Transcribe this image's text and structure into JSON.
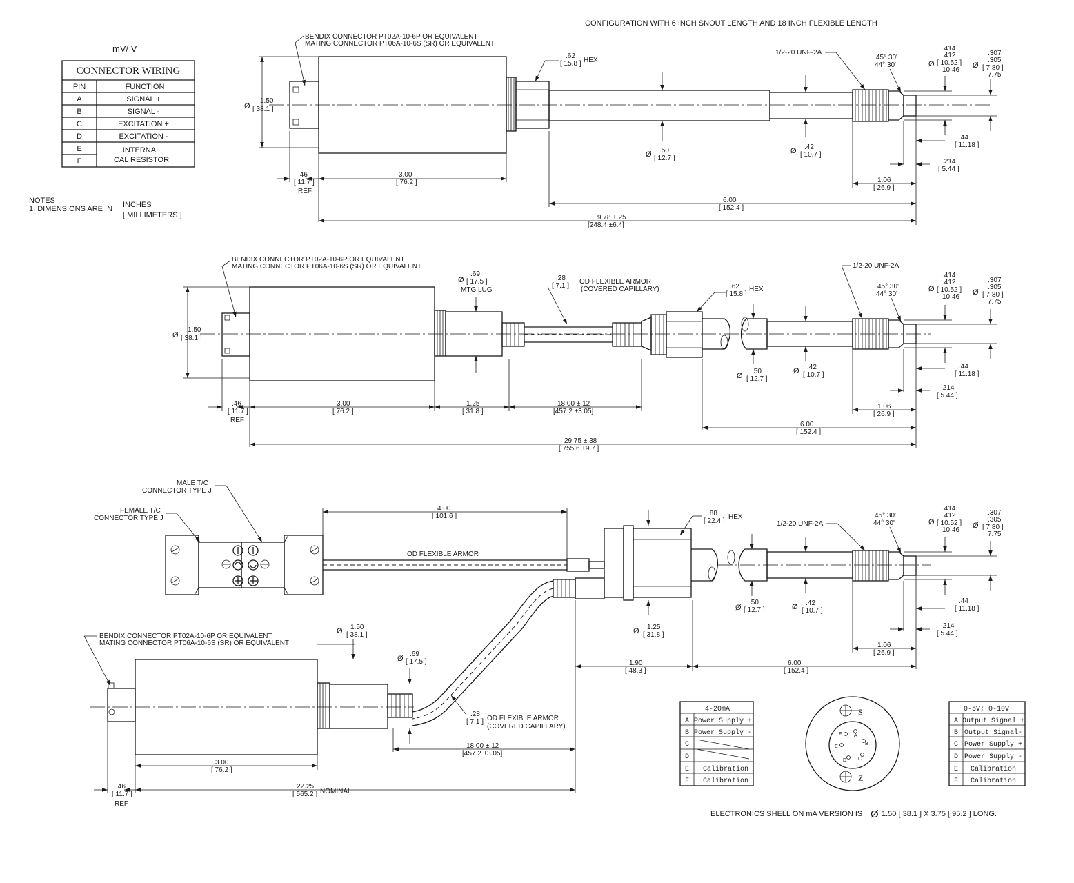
{
  "title": "CONFIGURATION WITH 6 INCH SNOUT LENGTH AND 18 INCH FLEXIBLE LENGTH",
  "mv_label": "mV/ V",
  "wiring": {
    "title": "CONNECTOR WIRING",
    "col_pin": "PIN",
    "col_function": "FUNCTION",
    "rows": [
      {
        "pin": "A",
        "function": "SIGNAL +"
      },
      {
        "pin": "B",
        "function": "SIGNAL -"
      },
      {
        "pin": "C",
        "function": "EXCITATION +"
      },
      {
        "pin": "D",
        "function": "EXCITATION -"
      },
      {
        "pin": "E",
        "function": "INTERNAL"
      },
      {
        "pin": "F",
        "function": "CAL RESISTOR"
      }
    ]
  },
  "notes": {
    "heading": "NOTES",
    "line1": "1. DIMENSIONS ARE IN",
    "unit1": "INCHES",
    "unit2": "[ MILLIMETERS ]"
  },
  "common": {
    "bendix1": "BENDIX CONNECTOR  PT02A-10-6P OR EQUIVALENT",
    "bendix2": "MATING CONNECTOR  PT06A-10-6S (SR) OR EQUIVALENT",
    "thread": "1/2-20 UNF-2A",
    "hex": "HEX",
    "ang1": "45° 30'",
    "ang2": "44° 30'",
    "d414": ".414",
    "d412": ".412",
    "d1052": "[ 10.52 ]",
    "d1046": "10.46",
    "d307": ".307",
    "d305": ".305",
    "d780": "[ 7.80 ]",
    "d775": "7.75",
    "d044": ".44",
    "d1118": "[ 11.18 ]",
    "d214": ".214",
    "d544": "[ 5.44 ]",
    "d106": "1.06",
    "d269": "[ 26.9 ]",
    "d600": "6.00",
    "d1524": "[ 152.4 ]",
    "d050": ".50",
    "d127": "[ 12.7 ]",
    "d042": ".42",
    "d107": "[ 10.7 ]",
    "d150": "1.50",
    "d381": "[ 38.1 ]",
    "d046": ".46",
    "d117": "[ 11.7 ]",
    "ref": "REF",
    "d300": "3.00",
    "d762": "[ 76.2 ]",
    "d062": ".62",
    "d158": "[ 15.8 ]",
    "d069": ".69",
    "d175": "[ 17.5 ]",
    "d028": ".28",
    "d71": "[ 7.1 ]",
    "flex1": "OD FLEXIBLE ARMOR",
    "flex2": "(COVERED CAPILLARY)",
    "d1800": "18.00 ±.12",
    "d4572": "[457.2 ±3.05]",
    "dia": "Ø"
  },
  "view1": {
    "d978": "9.78 ±.25",
    "d2484": "[248.4 ±6.4]"
  },
  "view2": {
    "mtg": "MTG LUG",
    "d125": "1.25",
    "d318": "[ 31.8 ]",
    "d2975": "29.75 ±.38",
    "d7556": "[ 755.6 ±9.7 ]"
  },
  "view3": {
    "male1": "MALE T/C",
    "male2": "CONNECTOR TYPE J",
    "female1": "FEMALE T/C",
    "female2": "CONNECTOR TYPE J",
    "d400": "4.00",
    "d1016": "[ 101.6 ]",
    "flex_od": "OD FLEXIBLE ARMOR",
    "d088": ".88",
    "d224": "[ 22.4 ]",
    "d125": "1.25",
    "d318": "[ 31.8 ]",
    "d190": "1.90",
    "d483": "[ 48.3 ]",
    "d2225": "22.25",
    "d5652": "[ 565.2 ]",
    "nominal": "NOMINAL"
  },
  "table_ma": {
    "title": "4-20mA",
    "rows": [
      {
        "pin": "A",
        "function": "Power Supply +"
      },
      {
        "pin": "B",
        "function": "Power Supply -"
      },
      {
        "pin": "C",
        "function": ""
      },
      {
        "pin": "D",
        "function": ""
      },
      {
        "pin": "E",
        "function": "Calibration"
      },
      {
        "pin": "F",
        "function": "Calibration"
      }
    ]
  },
  "table_v": {
    "title": "0-5V; 0-10V",
    "rows": [
      {
        "pin": "A",
        "function": "Output Signal +"
      },
      {
        "pin": "B",
        "function": "Output Signal-"
      },
      {
        "pin": "C",
        "function": "Power Supply +"
      },
      {
        "pin": "D",
        "function": "Power Supply -"
      },
      {
        "pin": "E",
        "function": "Calibration"
      },
      {
        "pin": "F",
        "function": "Calibration"
      }
    ]
  },
  "connector_face": {
    "s": "S",
    "z": "Z",
    "pins": [
      "A",
      "B",
      "C",
      "D",
      "E",
      "F"
    ]
  },
  "footer": {
    "prefix": "ELECTRONICS SHELL ON mA VERSION IS",
    "suffix": "1.50 [ 38.1 ] X 3.75 [ 95.2 ] LONG."
  }
}
